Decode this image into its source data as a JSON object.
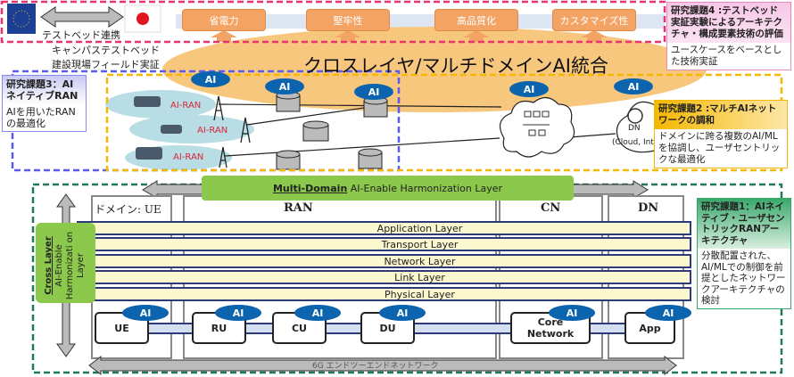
{
  "testbed": {
    "eu_flag_label": "EU",
    "link_label": "テストベッド連携",
    "campus": "キャンパステストベッド",
    "field": "建設現場フィールド実証"
  },
  "goals": [
    "省電力",
    "堅牢性",
    "高品質化",
    "カスタマイズ性"
  ],
  "title": "クロスレイヤ/マルチドメインAI統合",
  "topic4": {
    "header": "研究課題4 :テストベッド実証実験によるアーキテクチャ・構成要素技術の評価",
    "body": "ユースケースをベースとした技術実証"
  },
  "topic3": {
    "header": "研究課題3：AIネイティブRAN",
    "body": "AIを用いたRANの最適化"
  },
  "topic2": {
    "header": "研究課題2 :マルチAIネットワークの調和",
    "body": "ドメインに跨る複数のAI/MLを協調し、ユーザセントリックな最適化"
  },
  "topic1": {
    "header": "研究課題1：AIネイティブ・ユーザセントリックRANアーキテクチャ",
    "body": "分散配置された、AI/MLでの制御を前提としたネットワークアーキテクチャの検討"
  },
  "ai_label": "AI",
  "ai_ran_label": "AI-RAN",
  "dn": {
    "label": "DN",
    "sub": "(Cloud, Inter"
  },
  "multi_domain": {
    "bold": "Multi-Domain",
    "rest": " AI-Enable Harmonization Layer"
  },
  "cross_layer": {
    "bold": "Cross Layer",
    "rest": "AI-Enable Harmonizati on Layer"
  },
  "domains": {
    "ue": "ドメイン: UE",
    "ran": "RAN",
    "cn": "CN",
    "dn": "DN"
  },
  "layers": [
    "Application Layer",
    "Transport Layer",
    "Network Layer",
    "Link Layer",
    "Physical Layer"
  ],
  "nodes": [
    "UE",
    "RU",
    "CU",
    "DU",
    "Core Network",
    "App"
  ],
  "e2e": "6G エンドツーエンドネットワーク",
  "colors": {
    "pink": "#e8336f",
    "blue_dash": "#5a5af0",
    "yellow_dash": "#f5b800",
    "green_dash": "#1f7a55",
    "green": "#8cc84b",
    "orange": "#f3a465",
    "ai": "#0b64ad"
  }
}
